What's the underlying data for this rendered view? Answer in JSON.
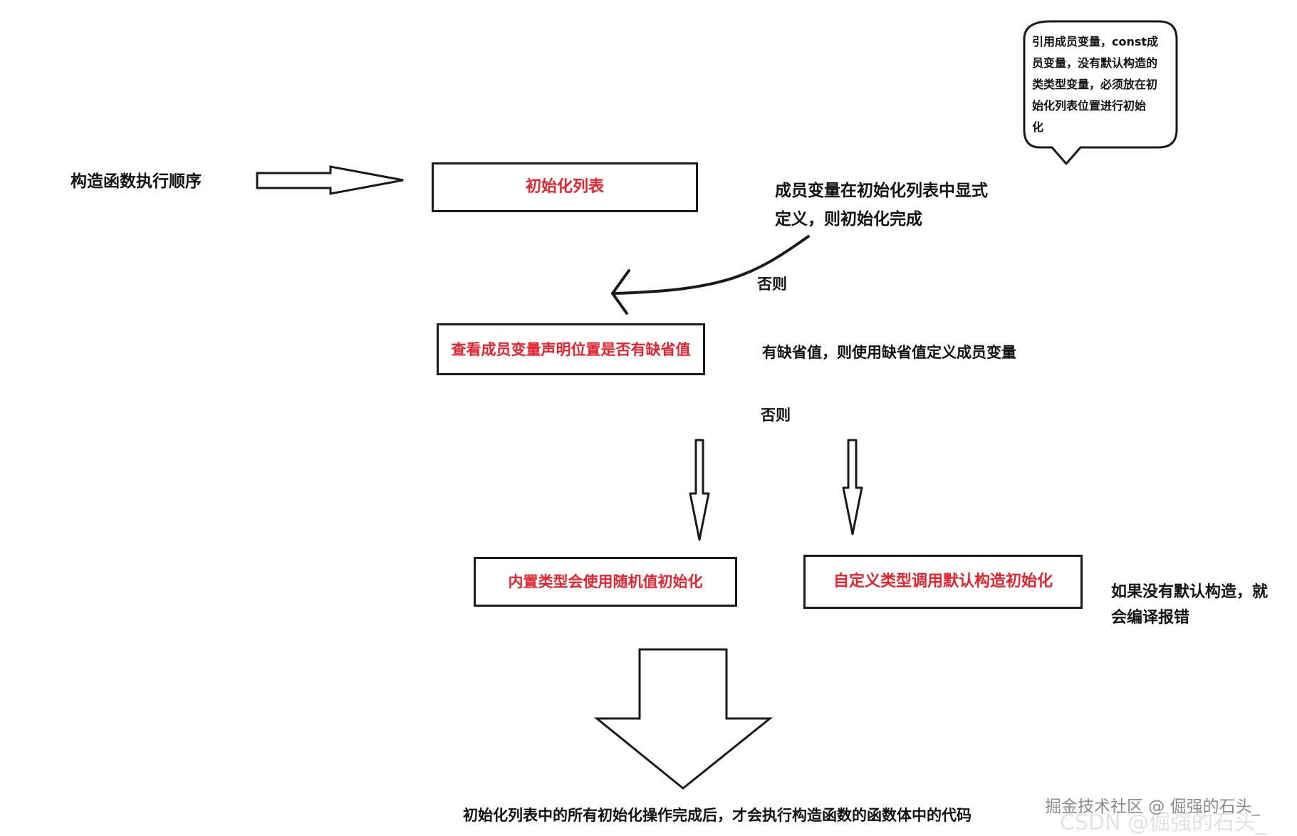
{
  "diagram": {
    "title": "构造函数执行顺序",
    "box_init_list": "初始化列表",
    "box_check_default": "查看成员变量声明位置是否有缺省值",
    "box_builtin": "内置类型会使用随机值初始化",
    "box_custom": "自定义类型调用默认构造初始化",
    "note_explicit_line1": "成员变量在初始化列表中显式",
    "note_explicit_line2": "定义，则初始化完成",
    "else_label_1": "否则",
    "note_default_value": "有缺省值，则使用缺省值定义成员变量",
    "else_label_2": "否则",
    "note_no_default_line1": "如果没有默认构造，就",
    "note_no_default_line2": "会编译报错",
    "bubble_lines": [
      "引用成员变量，const成",
      "员变量，没有默认构造的",
      "类类型变量，必须放在初",
      "始化列表位置进行初始",
      "化"
    ],
    "final_text": "初始化列表中的所有初始化操作完成后，才会执行构造函数的函数体中的代码"
  },
  "watermark": {
    "back": "CSDN @倔强的石头_",
    "front": "掘金技术社区 @ 倔强的石头_"
  },
  "colors": {
    "box_text": "#e8232e",
    "stroke": "#1a1a1a"
  }
}
